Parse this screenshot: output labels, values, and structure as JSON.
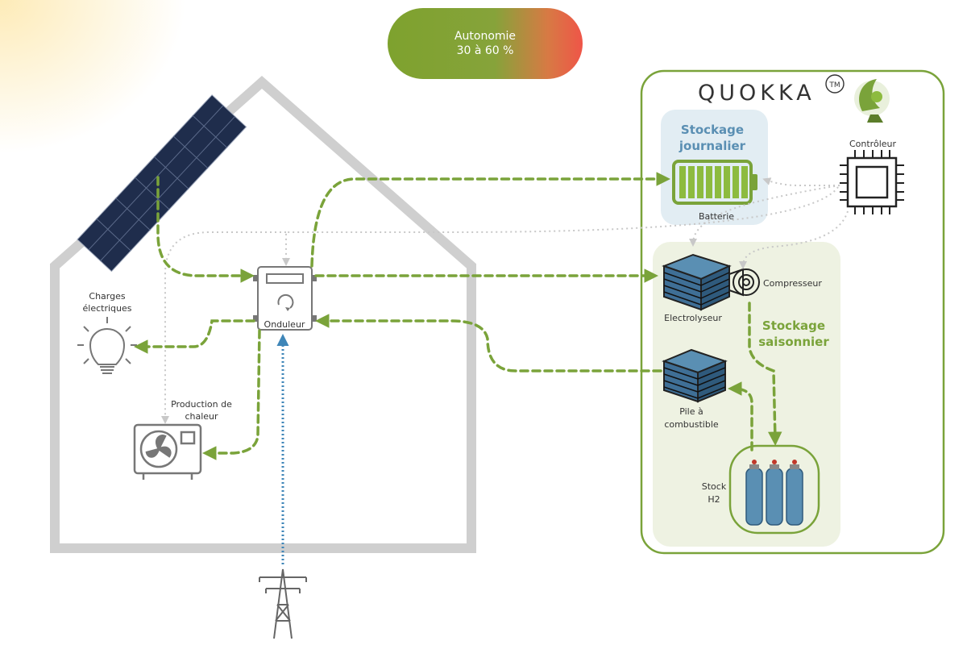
{
  "autonomy": {
    "title": "Autonomie",
    "value": "30 à 60 %"
  },
  "brand": {
    "name": "QUOKKA",
    "tm": "TM"
  },
  "labels": {
    "charges_line1": "Charges",
    "charges_line2": "électriques",
    "inverter": "Onduleur",
    "heat_line1": "Production de",
    "heat_line2": "chaleur",
    "daily_line1": "Stockage",
    "daily_line2": "journalier",
    "battery": "Batterie",
    "controller": "Contrôleur",
    "compressor": "Compresseur",
    "electrolyser": "Electrolyseur",
    "seasonal_line1": "Stockage",
    "seasonal_line2": "saisonnier",
    "fuelcell_line1": "Pile à",
    "fuelcell_line2": "combustible",
    "stock_line1": "Stock",
    "stock_line2": "H2"
  },
  "colors": {
    "energy_flow": "#7aa33a",
    "grid_flow": "#3f86b8",
    "control_flow": "#c8c8c8",
    "house_outline": "#cfcfcf",
    "quokka_border": "#7aa33a",
    "daily_storage_bg": "#e2edf3",
    "seasonal_storage_bg": "#eef2e2"
  },
  "icons": [
    "solar-panel-icon",
    "light-bulb-icon",
    "heat-pump-icon",
    "inverter-icon",
    "battery-icon",
    "cpu-chip-icon",
    "electrolyser-icon",
    "compressor-icon",
    "fuel-cell-icon",
    "hydrogen-tank-icon",
    "power-pylon-icon",
    "quokka-logo-icon"
  ]
}
